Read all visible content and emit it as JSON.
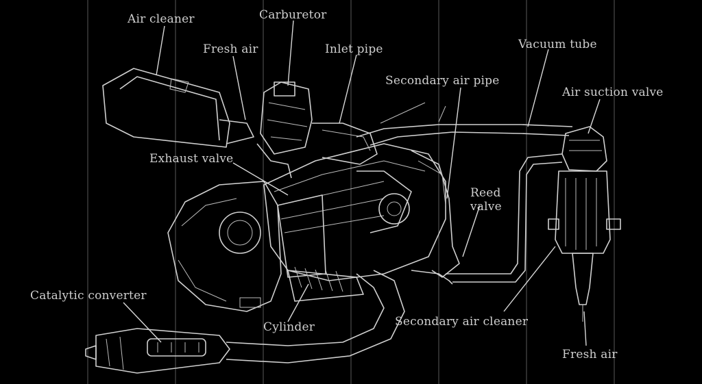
{
  "labels": {
    "air_cleaner": "Air cleaner",
    "carburetor": "Carburetor",
    "fresh_air_top": "Fresh air",
    "inlet_pipe": "Inlet pipe",
    "vacuum_tube": "Vacuum tube",
    "secondary_air_pipe": "Secondary air pipe",
    "air_suction_valve": "Air suction valve",
    "exhaust_valve": "Exhaust valve",
    "reed_valve": "Reed valve",
    "catalytic_converter": "Catalytic converter",
    "cylinder": "Cylinder",
    "secondary_air_cleaner": "Secondary air cleaner",
    "fresh_air_bottom": "Fresh air"
  },
  "colors": {
    "background": "#000000",
    "linework": "#d0d0d0",
    "text": "#cfcfcf"
  }
}
